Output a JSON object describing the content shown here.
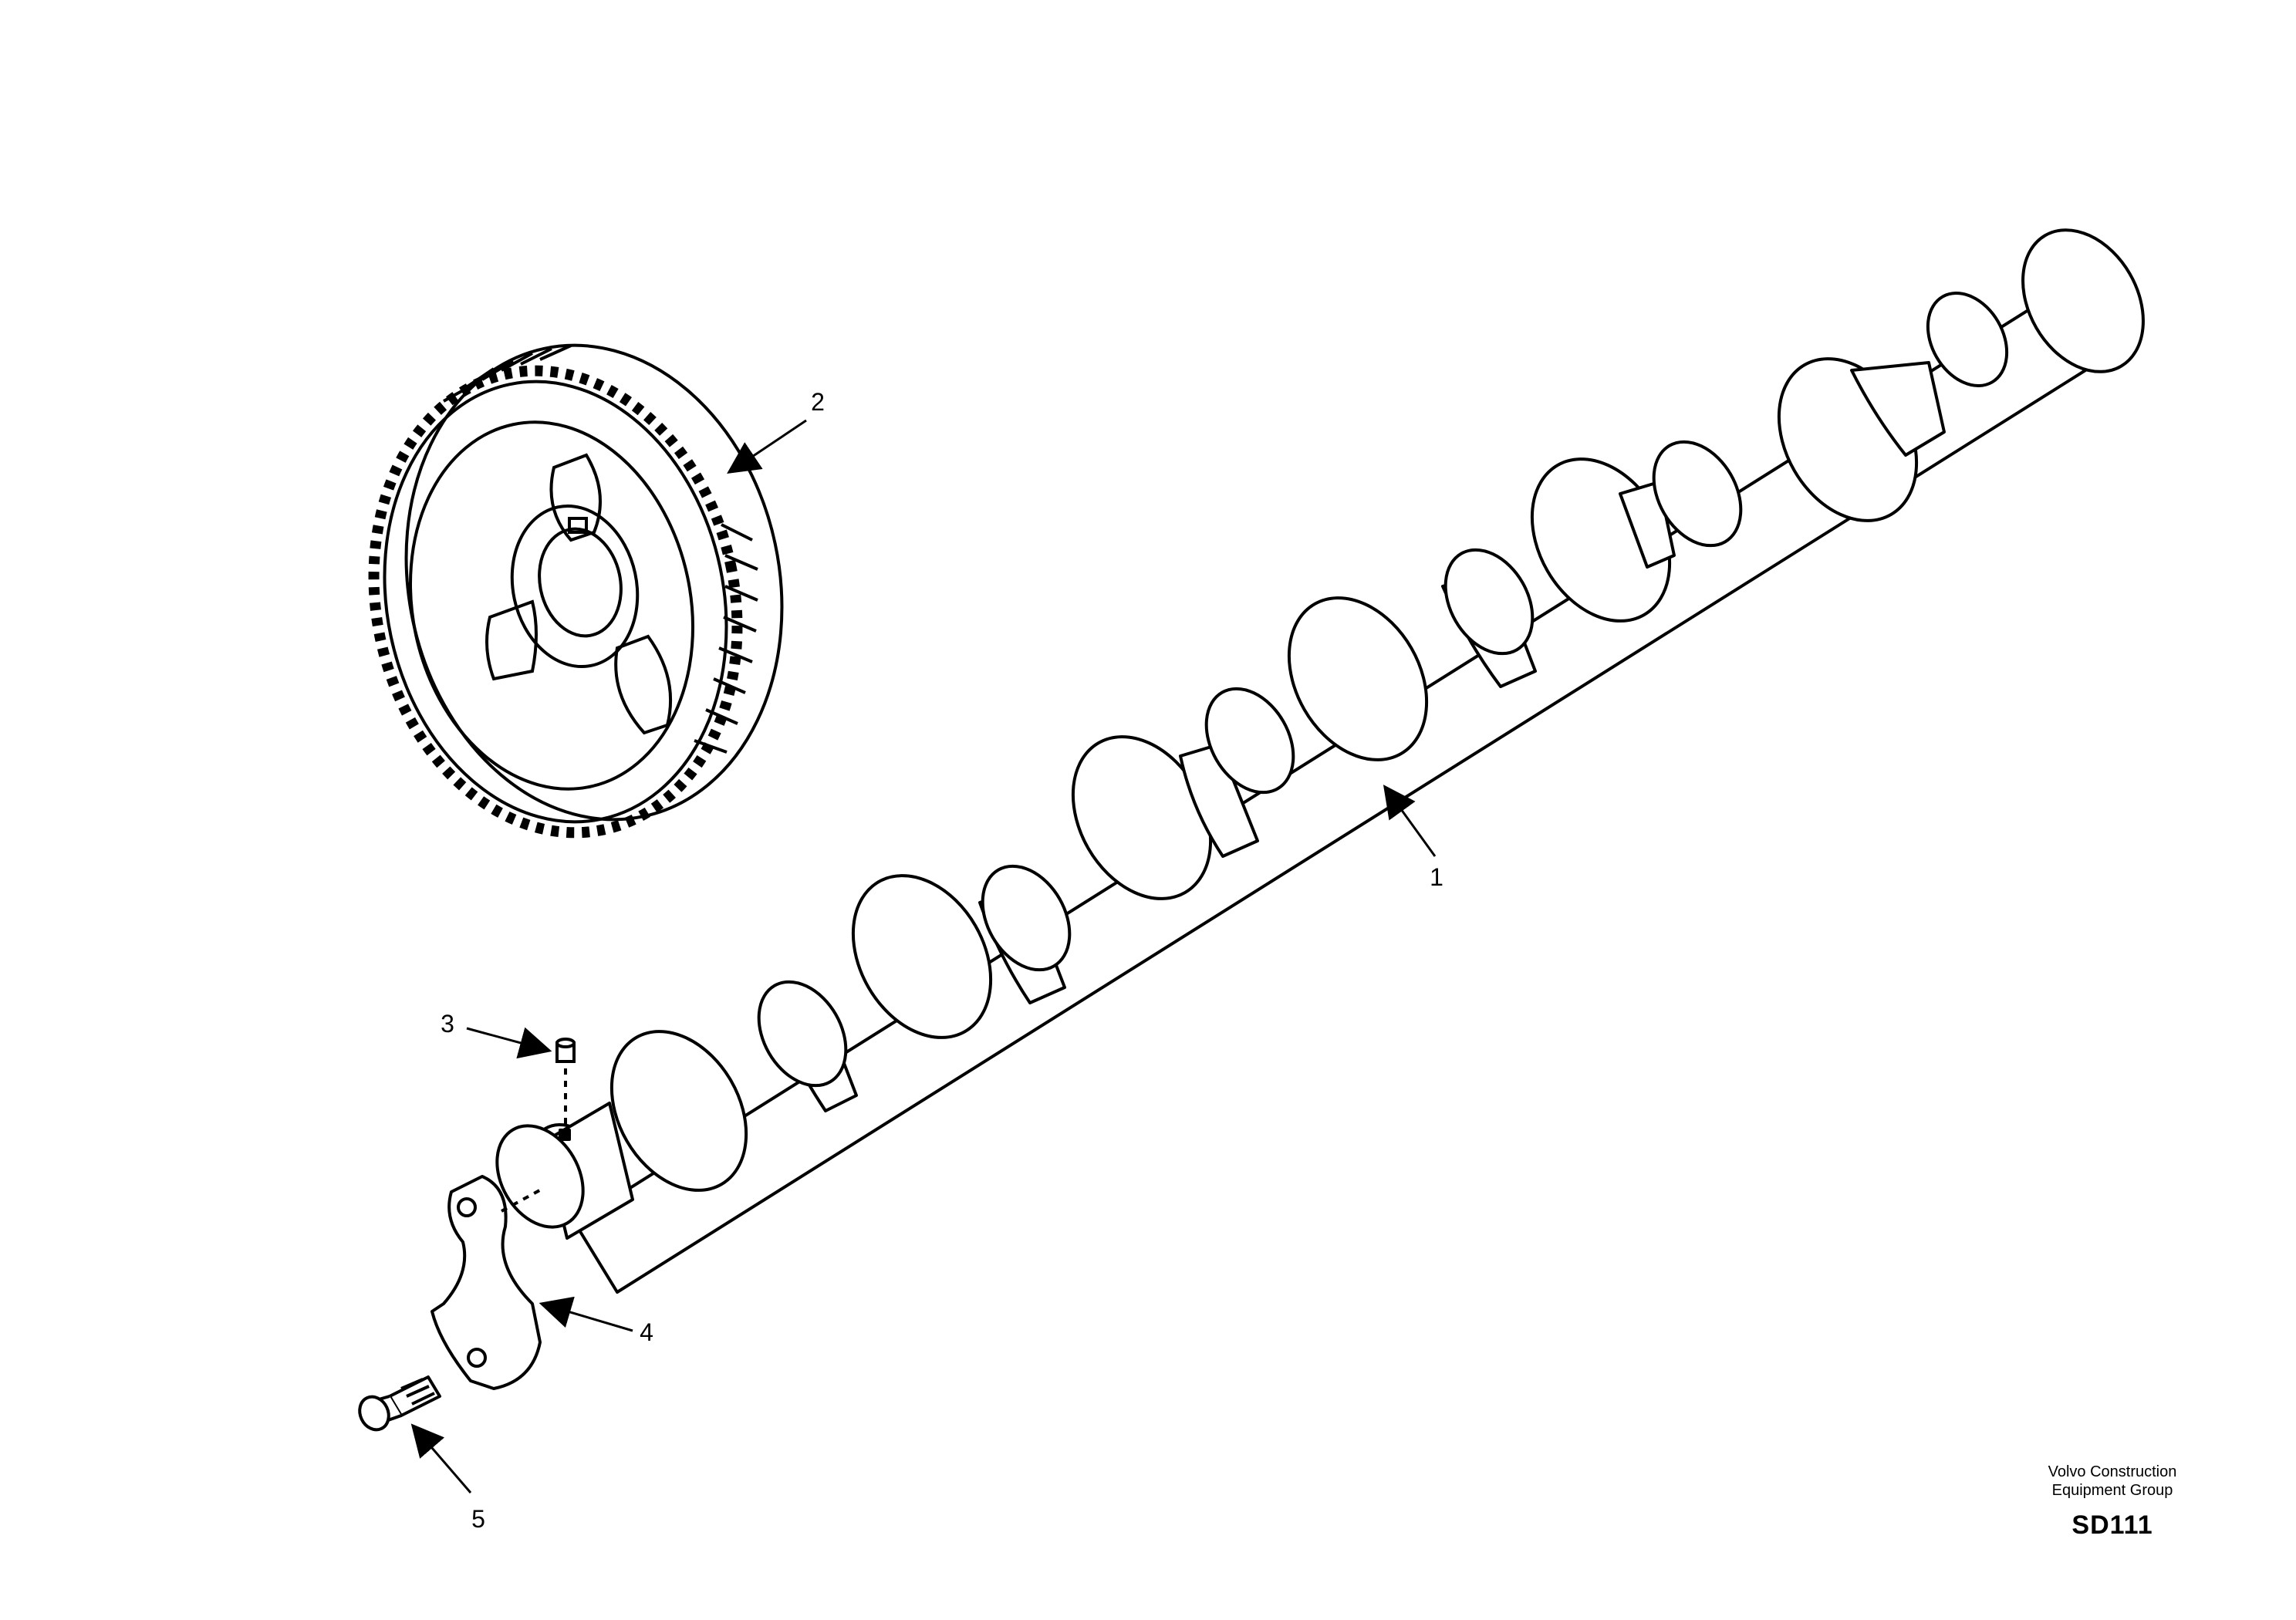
{
  "callouts": [
    {
      "id": "1",
      "label": "1"
    },
    {
      "id": "2",
      "label": "2"
    },
    {
      "id": "3",
      "label": "3"
    },
    {
      "id": "4",
      "label": "4"
    },
    {
      "id": "5",
      "label": "5"
    }
  ],
  "footer": {
    "org_line1": "Volvo Construction",
    "org_line2": "Equipment Group",
    "code": "SD111"
  },
  "colors": {
    "line": "#000000",
    "background": "#ffffff"
  }
}
